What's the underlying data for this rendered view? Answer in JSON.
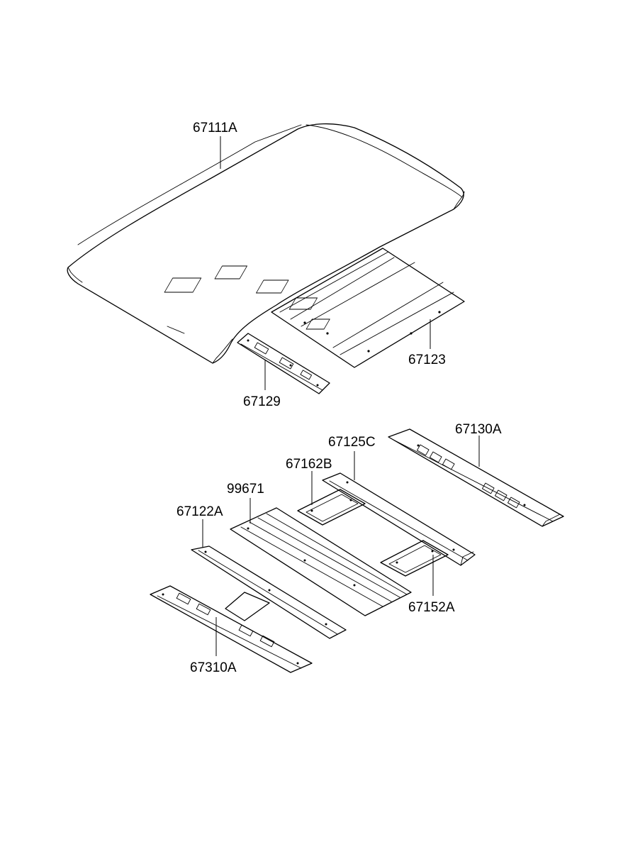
{
  "diagram": {
    "labels": {
      "roof_panel": "67111A",
      "roof_bow_rear": "67123",
      "rail_front_inner": "67129",
      "rail_rear": "67130A",
      "frame_sunroof": "67125C",
      "bracket_front": "67162B",
      "bow_assembly": "99671",
      "rail_center": "67122A",
      "rail_front": "67310A",
      "bracket_rear": "67152A"
    }
  }
}
